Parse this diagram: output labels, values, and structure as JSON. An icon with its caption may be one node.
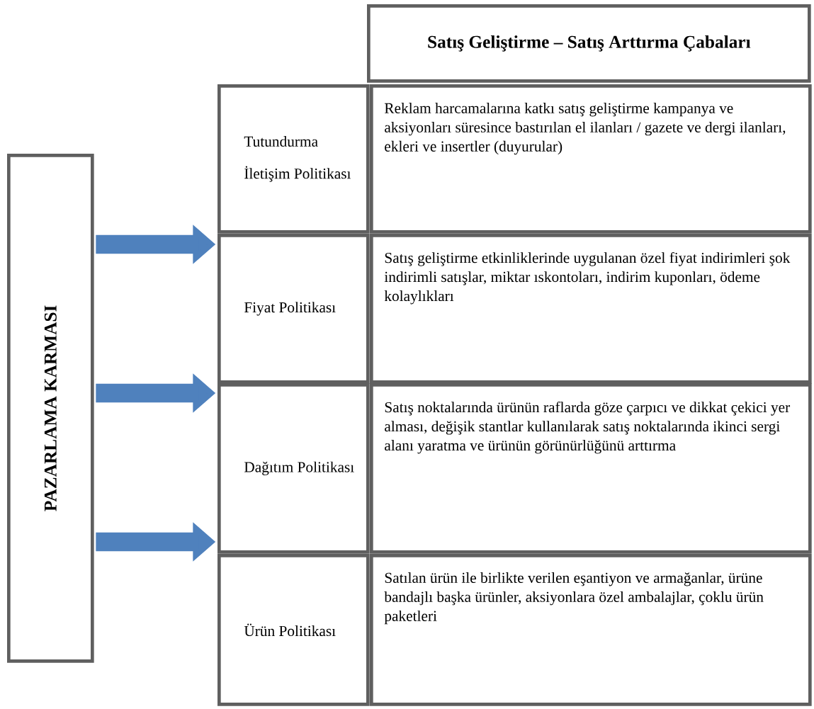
{
  "diagram": {
    "nodes": [
      {
        "text": [
          "PAZARLAMA KARMASI"
        ]
      },
      {
        "text": [
          "Satış Geliştirme – Satış Arttırma Çabaları"
        ]
      },
      {
        "text": [
          "Tutundurma İletişim Politikası"
        ]
      },
      {
        "text": [
          "Reklam harcamalarına katkı satış geliştirme kampanya ve aksiyonları süresince bastırılan el ilanları / gazete ve dergi ilanları, ekleri ve insertler (duyurular)"
        ]
      },
      {
        "text": [
          "Fiyat Politikası"
        ]
      },
      {
        "text": [
          "Satış geliştirme etkinliklerinde uygulanan özel fiyat indirimleri şok indirimli satışlar, miktar ıskontoları, indirim kuponları, ödeme kolaylıkları"
        ]
      },
      {
        "text": [
          "Dağıtım Politikası"
        ]
      },
      {
        "text": [
          "Satış noktalarında ürünün raflarda göze çarpıcı ve dikkat çekici yer alması, değişik stantlar kullanılarak satış noktalarında ikinci sergi alanı yaratma ve ürünün görünürlüğünü arttırma"
        ]
      },
      {
        "text": [
          "Ürün Politikası"
        ]
      },
      {
        "text": [
          "Satılan ürün ile birlikte verilen eşantiyon ve armağanlar, ürüne bandajlı başka ürünler, aksiyonlara özel ambalajlar, çoklu ürün paketleri"
        ]
      }
    ],
    "edges": [
      {
        "from": 0,
        "to": 4,
        "arrow": "to"
      },
      {
        "from": 0,
        "to": 6,
        "arrow": "to"
      },
      {
        "from": 0,
        "to": 8,
        "arrow": "to"
      }
    ]
  }
}
